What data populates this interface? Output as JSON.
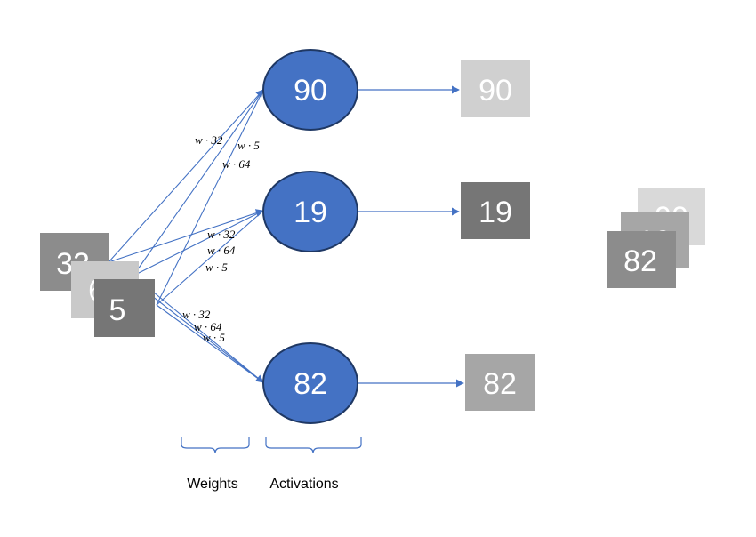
{
  "colors": {
    "node_fill": "#4472c4",
    "node_stroke": "#1f3864",
    "edge": "#4472c4",
    "box_light": "#d0d0d0",
    "box_mid": "#a6a6a6",
    "box_midgray": "#8c8c8c",
    "box_dark": "#767676"
  },
  "inputs": {
    "a": "32",
    "b": "64",
    "c": "5"
  },
  "weight_labels": {
    "top": [
      "w · 32",
      "w · 5",
      "w · 64"
    ],
    "middle": [
      "w · 32",
      "w · 64",
      "w · 5"
    ],
    "bottom": [
      "w · 32",
      "w · 64",
      "w · 5"
    ]
  },
  "neurons": [
    "90",
    "19",
    "82"
  ],
  "outputs": [
    "90",
    "19",
    "82"
  ],
  "stacked_outputs": [
    "90",
    "19",
    "82"
  ],
  "captions": {
    "weights": "Weights",
    "activations": "Activations"
  }
}
